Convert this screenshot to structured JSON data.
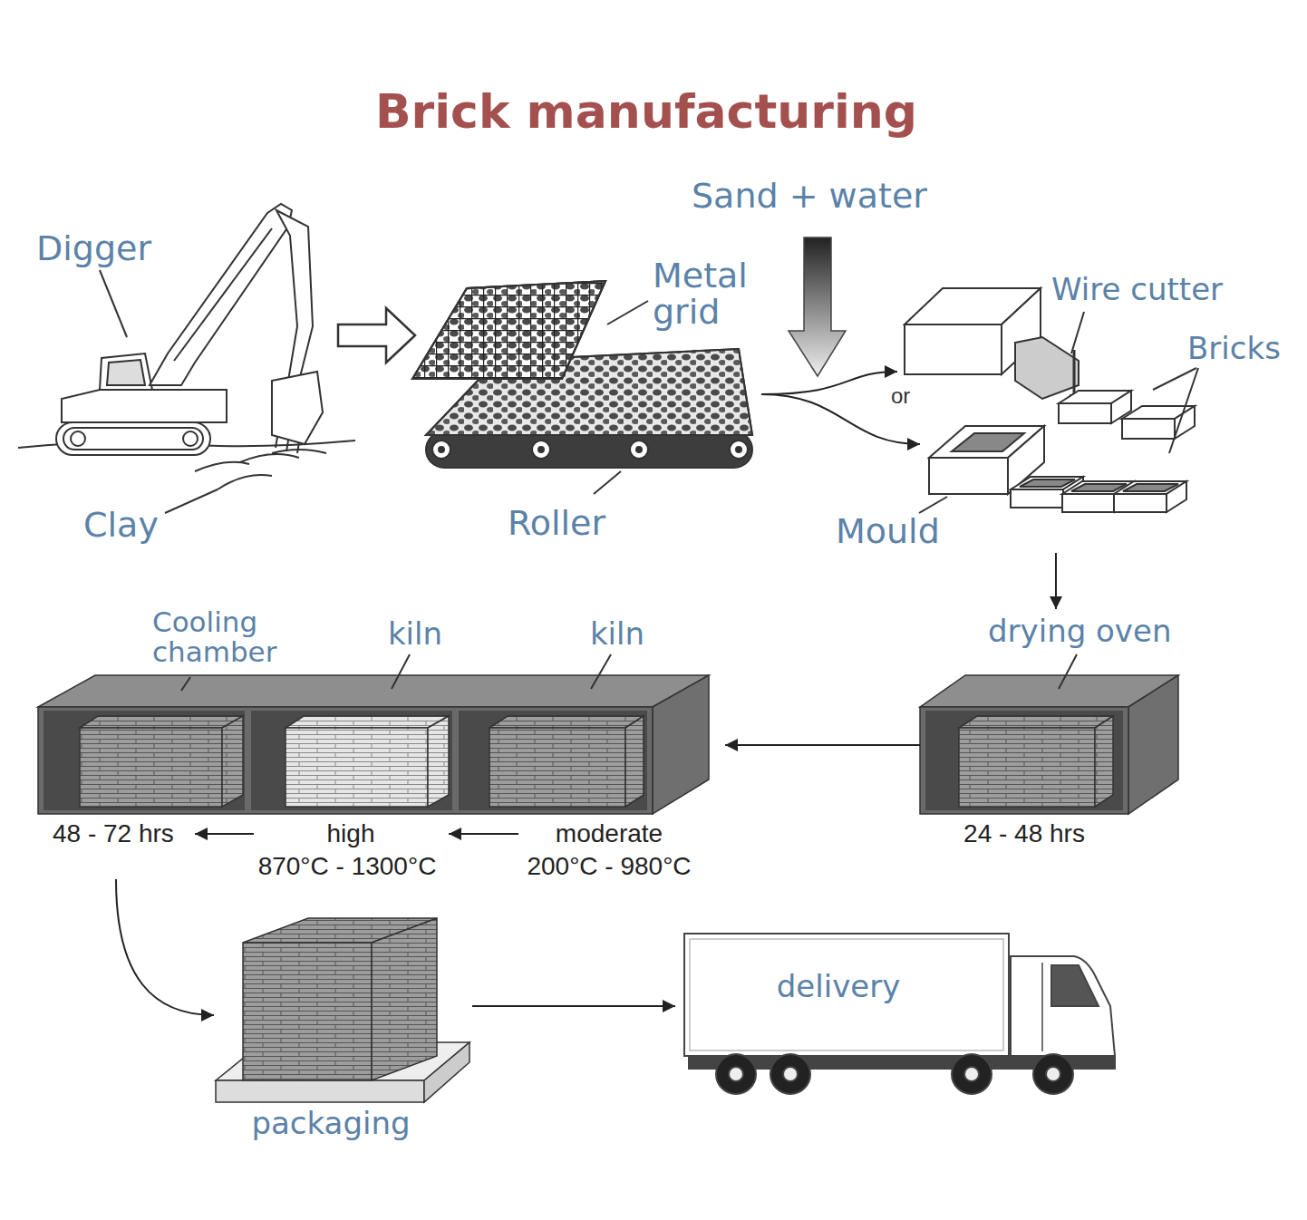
{
  "diagram": {
    "title": "Brick manufacturing",
    "nodes": [
      {
        "text": [
          "Digger",
          "Clay"
        ]
      },
      {
        "text": [
          "Metal grid",
          "Roller"
        ]
      },
      {
        "text": [
          "Wire cutter",
          "Bricks"
        ]
      },
      {
        "text": [
          "Mould"
        ]
      },
      {
        "text": [
          "drying oven",
          "24 - 48 hrs"
        ]
      },
      {
        "text": [
          "kiln",
          "moderate",
          "200°C - 980°C"
        ]
      },
      {
        "text": [
          "kiln",
          "high",
          "870°C - 1300°C"
        ]
      },
      {
        "text": [
          "Cooling chamber",
          "48 - 72 hrs"
        ]
      },
      {
        "text": [
          "packaging"
        ]
      },
      {
        "text": [
          "delivery"
        ]
      }
    ],
    "edges": [
      {
        "from": 0,
        "to": 1,
        "arrow": "to"
      },
      {
        "from": 1,
        "to": 2,
        "arrow": "to"
      },
      {
        "from": 1,
        "to": 3,
        "arrow": "to"
      },
      {
        "from": 3,
        "to": 4,
        "arrow": "to"
      },
      {
        "from": 4,
        "to": 5,
        "arrow": "to"
      },
      {
        "from": 5,
        "to": 6,
        "arrow": "to"
      },
      {
        "from": 6,
        "to": 7,
        "arrow": "to"
      },
      {
        "from": 7,
        "to": 8,
        "arrow": "to"
      },
      {
        "from": 8,
        "to": 9,
        "arrow": "to"
      }
    ],
    "labels": [
      "Sand + water",
      "or"
    ]
  }
}
